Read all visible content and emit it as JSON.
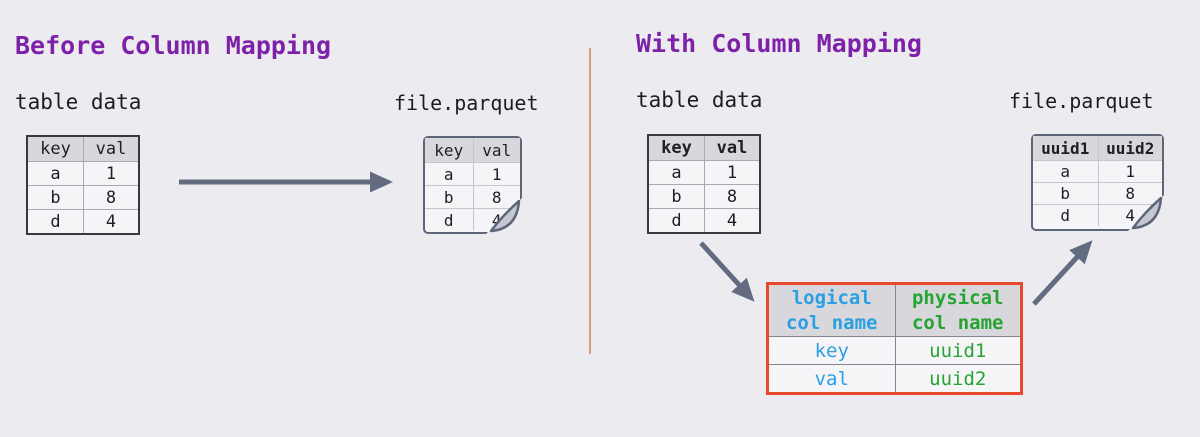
{
  "colors": {
    "background": "#ececf0",
    "title_purple": "#7d22a8",
    "logical_blue": "#2a9fe2",
    "physical_green": "#26a333",
    "mapping_border_red": "#e8492a",
    "arrow_slate": "#636b80",
    "divider_salmon": "#dc9a7c"
  },
  "left": {
    "title": "Before Column Mapping",
    "table_label": "table data",
    "file_label": "file.parquet",
    "data_table": {
      "headers": [
        "key",
        "val"
      ],
      "rows": [
        [
          "a",
          "1"
        ],
        [
          "b",
          "8"
        ],
        [
          "d",
          "4"
        ]
      ]
    },
    "parquet_table": {
      "headers": [
        "key",
        "val"
      ],
      "rows": [
        [
          "a",
          "1"
        ],
        [
          "b",
          "8"
        ],
        [
          "d",
          "4"
        ]
      ]
    }
  },
  "right": {
    "title": "With Column Mapping",
    "table_label": "table data",
    "file_label": "file.parquet",
    "data_table": {
      "headers": [
        "key",
        "val"
      ],
      "rows": [
        [
          "a",
          "1"
        ],
        [
          "b",
          "8"
        ],
        [
          "d",
          "4"
        ]
      ]
    },
    "mapping_table": {
      "headers": [
        [
          "logical",
          "col name"
        ],
        [
          "physical",
          "col name"
        ]
      ],
      "rows": [
        [
          "key",
          "uuid1"
        ],
        [
          "val",
          "uuid2"
        ]
      ]
    },
    "parquet_table": {
      "headers": [
        "uuid1",
        "uuid2"
      ],
      "rows": [
        [
          "a",
          "1"
        ],
        [
          "b",
          "8"
        ],
        [
          "d",
          "4"
        ]
      ]
    }
  }
}
